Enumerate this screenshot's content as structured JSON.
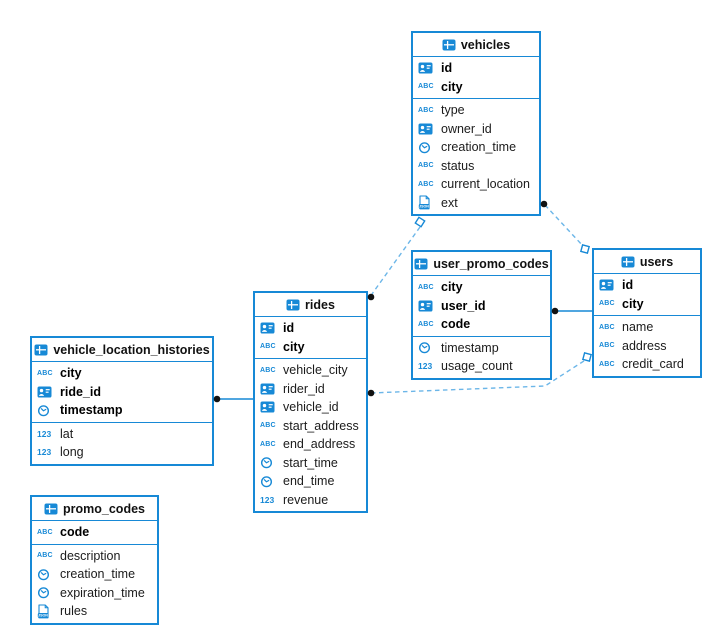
{
  "icons": {
    "text_type": "ABC",
    "number_type": "123",
    "json_label": "JSON"
  },
  "colors": {
    "table_border": "#1789d6",
    "icon_blue": "#1789d6",
    "solid_relation_line": "#1789d6",
    "dashed_relation_line": "#6cb6e8",
    "endpoint_dot": "#121212",
    "key_field_text": "#000000",
    "field_text": "#1b1b1b"
  },
  "tables": [
    {
      "name": "vehicles",
      "key_fields": [
        {
          "name": "id",
          "type": "id"
        },
        {
          "name": "city",
          "type": "text"
        }
      ],
      "fields": [
        {
          "name": "type",
          "type": "text"
        },
        {
          "name": "owner_id",
          "type": "id"
        },
        {
          "name": "creation_time",
          "type": "time"
        },
        {
          "name": "status",
          "type": "text"
        },
        {
          "name": "current_location",
          "type": "text"
        },
        {
          "name": "ext",
          "type": "json"
        }
      ]
    },
    {
      "name": "user_promo_codes",
      "key_fields": [
        {
          "name": "city",
          "type": "text"
        },
        {
          "name": "user_id",
          "type": "id"
        },
        {
          "name": "code",
          "type": "text"
        }
      ],
      "fields": [
        {
          "name": "timestamp",
          "type": "time"
        },
        {
          "name": "usage_count",
          "type": "number"
        }
      ]
    },
    {
      "name": "users",
      "key_fields": [
        {
          "name": "id",
          "type": "id"
        },
        {
          "name": "city",
          "type": "text"
        }
      ],
      "fields": [
        {
          "name": "name",
          "type": "text"
        },
        {
          "name": "address",
          "type": "text"
        },
        {
          "name": "credit_card",
          "type": "text"
        }
      ]
    },
    {
      "name": "rides",
      "key_fields": [
        {
          "name": "id",
          "type": "id"
        },
        {
          "name": "city",
          "type": "text"
        }
      ],
      "fields": [
        {
          "name": "vehicle_city",
          "type": "text"
        },
        {
          "name": "rider_id",
          "type": "id"
        },
        {
          "name": "vehicle_id",
          "type": "id"
        },
        {
          "name": "start_address",
          "type": "text"
        },
        {
          "name": "end_address",
          "type": "text"
        },
        {
          "name": "start_time",
          "type": "time"
        },
        {
          "name": "end_time",
          "type": "time"
        },
        {
          "name": "revenue",
          "type": "number"
        }
      ]
    },
    {
      "name": "vehicle_location_histories",
      "key_fields": [
        {
          "name": "city",
          "type": "text"
        },
        {
          "name": "ride_id",
          "type": "id"
        },
        {
          "name": "timestamp",
          "type": "time"
        }
      ],
      "fields": [
        {
          "name": "lat",
          "type": "number"
        },
        {
          "name": "long",
          "type": "number"
        }
      ]
    },
    {
      "name": "promo_codes",
      "key_fields": [
        {
          "name": "code",
          "type": "text"
        }
      ],
      "fields": [
        {
          "name": "description",
          "type": "text"
        },
        {
          "name": "creation_time",
          "type": "time"
        },
        {
          "name": "expiration_time",
          "type": "time"
        },
        {
          "name": "rules",
          "type": "json"
        }
      ]
    }
  ],
  "relationships": [
    {
      "a": "vehicle_location_histories",
      "b": "rides",
      "style": "solid",
      "dot_end": "a"
    },
    {
      "a": "user_promo_codes",
      "b": "users",
      "style": "solid",
      "dot_end": "a"
    },
    {
      "a": "vehicles",
      "b": "rides",
      "style": "dashed",
      "dot_end": "rides",
      "diamond_end": "vehicles"
    },
    {
      "a": "vehicles",
      "b": "users",
      "style": "dashed",
      "dot_end": "vehicles",
      "diamond_end": "users"
    },
    {
      "a": "rides",
      "b": "users",
      "style": "dashed",
      "dot_end": "rides",
      "diamond_end": "users"
    }
  ]
}
